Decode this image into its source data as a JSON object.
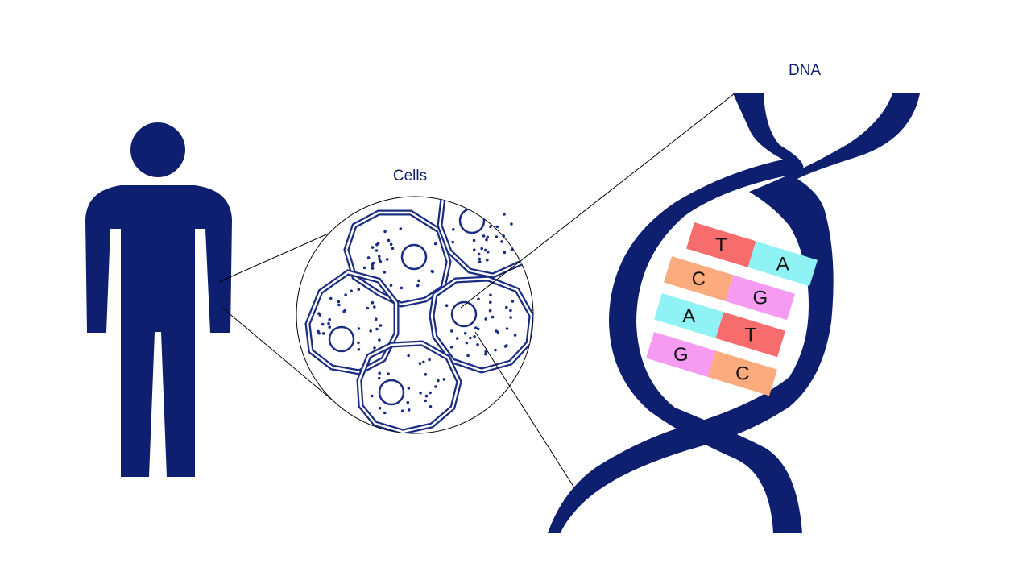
{
  "labels": {
    "cells": "Cells",
    "dna": "DNA"
  },
  "base_pairs": [
    {
      "left": "T",
      "right": "A",
      "left_color": "#f76c6c",
      "right_color": "#8ff3f5"
    },
    {
      "left": "C",
      "right": "G",
      "left_color": "#fbab7e",
      "right_color": "#f59cf2"
    },
    {
      "left": "A",
      "right": "T",
      "left_color": "#8ff3f5",
      "right_color": "#f76c6c"
    },
    {
      "left": "G",
      "right": "C",
      "left_color": "#f59cf2",
      "right_color": "#fbab7e"
    }
  ],
  "colors": {
    "navy": "#0d1f6e",
    "outline": "#1b2d80"
  }
}
